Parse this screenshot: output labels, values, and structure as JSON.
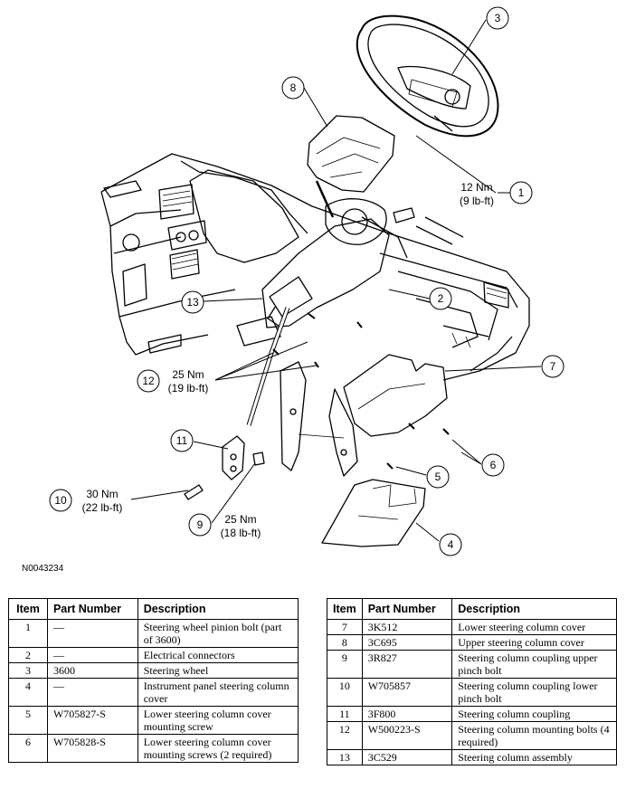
{
  "figure_id": "N0043234",
  "callouts": [
    {
      "num": "1",
      "torque": [
        "12 Nm",
        "(9 lb-ft)"
      ]
    },
    {
      "num": "2"
    },
    {
      "num": "3"
    },
    {
      "num": "4"
    },
    {
      "num": "5"
    },
    {
      "num": "6"
    },
    {
      "num": "7"
    },
    {
      "num": "8"
    },
    {
      "num": "9",
      "torque": [
        "25 Nm",
        "(18 lb-ft)"
      ]
    },
    {
      "num": "10",
      "torque": [
        "30 Nm",
        "(22 lb-ft)"
      ]
    },
    {
      "num": "11"
    },
    {
      "num": "12",
      "torque": [
        "25 Nm",
        "(19 lb-ft)"
      ]
    },
    {
      "num": "13"
    }
  ],
  "table": {
    "headers": [
      "Item",
      "Part Number",
      "Description"
    ],
    "left_rows": [
      {
        "item": "1",
        "part": "—",
        "desc": "Steering wheel pinion bolt (part of 3600)"
      },
      {
        "item": "2",
        "part": "—",
        "desc": "Electrical connectors"
      },
      {
        "item": "3",
        "part": "3600",
        "desc": "Steering wheel"
      },
      {
        "item": "4",
        "part": "—",
        "desc": "Instrument panel steering column cover"
      },
      {
        "item": "5",
        "part": "W705827-S",
        "desc": "Lower steering column cover mounting screw"
      },
      {
        "item": "6",
        "part": "W705828-S",
        "desc": "Lower steering column cover mounting screws (2 required)"
      }
    ],
    "right_rows": [
      {
        "item": "7",
        "part": "3K512",
        "desc": "Lower steering column cover"
      },
      {
        "item": "8",
        "part": "3C695",
        "desc": "Upper steering column cover"
      },
      {
        "item": "9",
        "part": "3R827",
        "desc": "Steering column coupling upper pinch bolt"
      },
      {
        "item": "10",
        "part": "W705857",
        "desc": "Steering column coupling lower pinch bolt"
      },
      {
        "item": "11",
        "part": "3F800",
        "desc": "Steering column coupling"
      },
      {
        "item": "12",
        "part": "W500223-S",
        "desc": "Steering column mounting bolts (4 required)"
      },
      {
        "item": "13",
        "part": "3C529",
        "desc": "Steering column assembly"
      }
    ]
  }
}
